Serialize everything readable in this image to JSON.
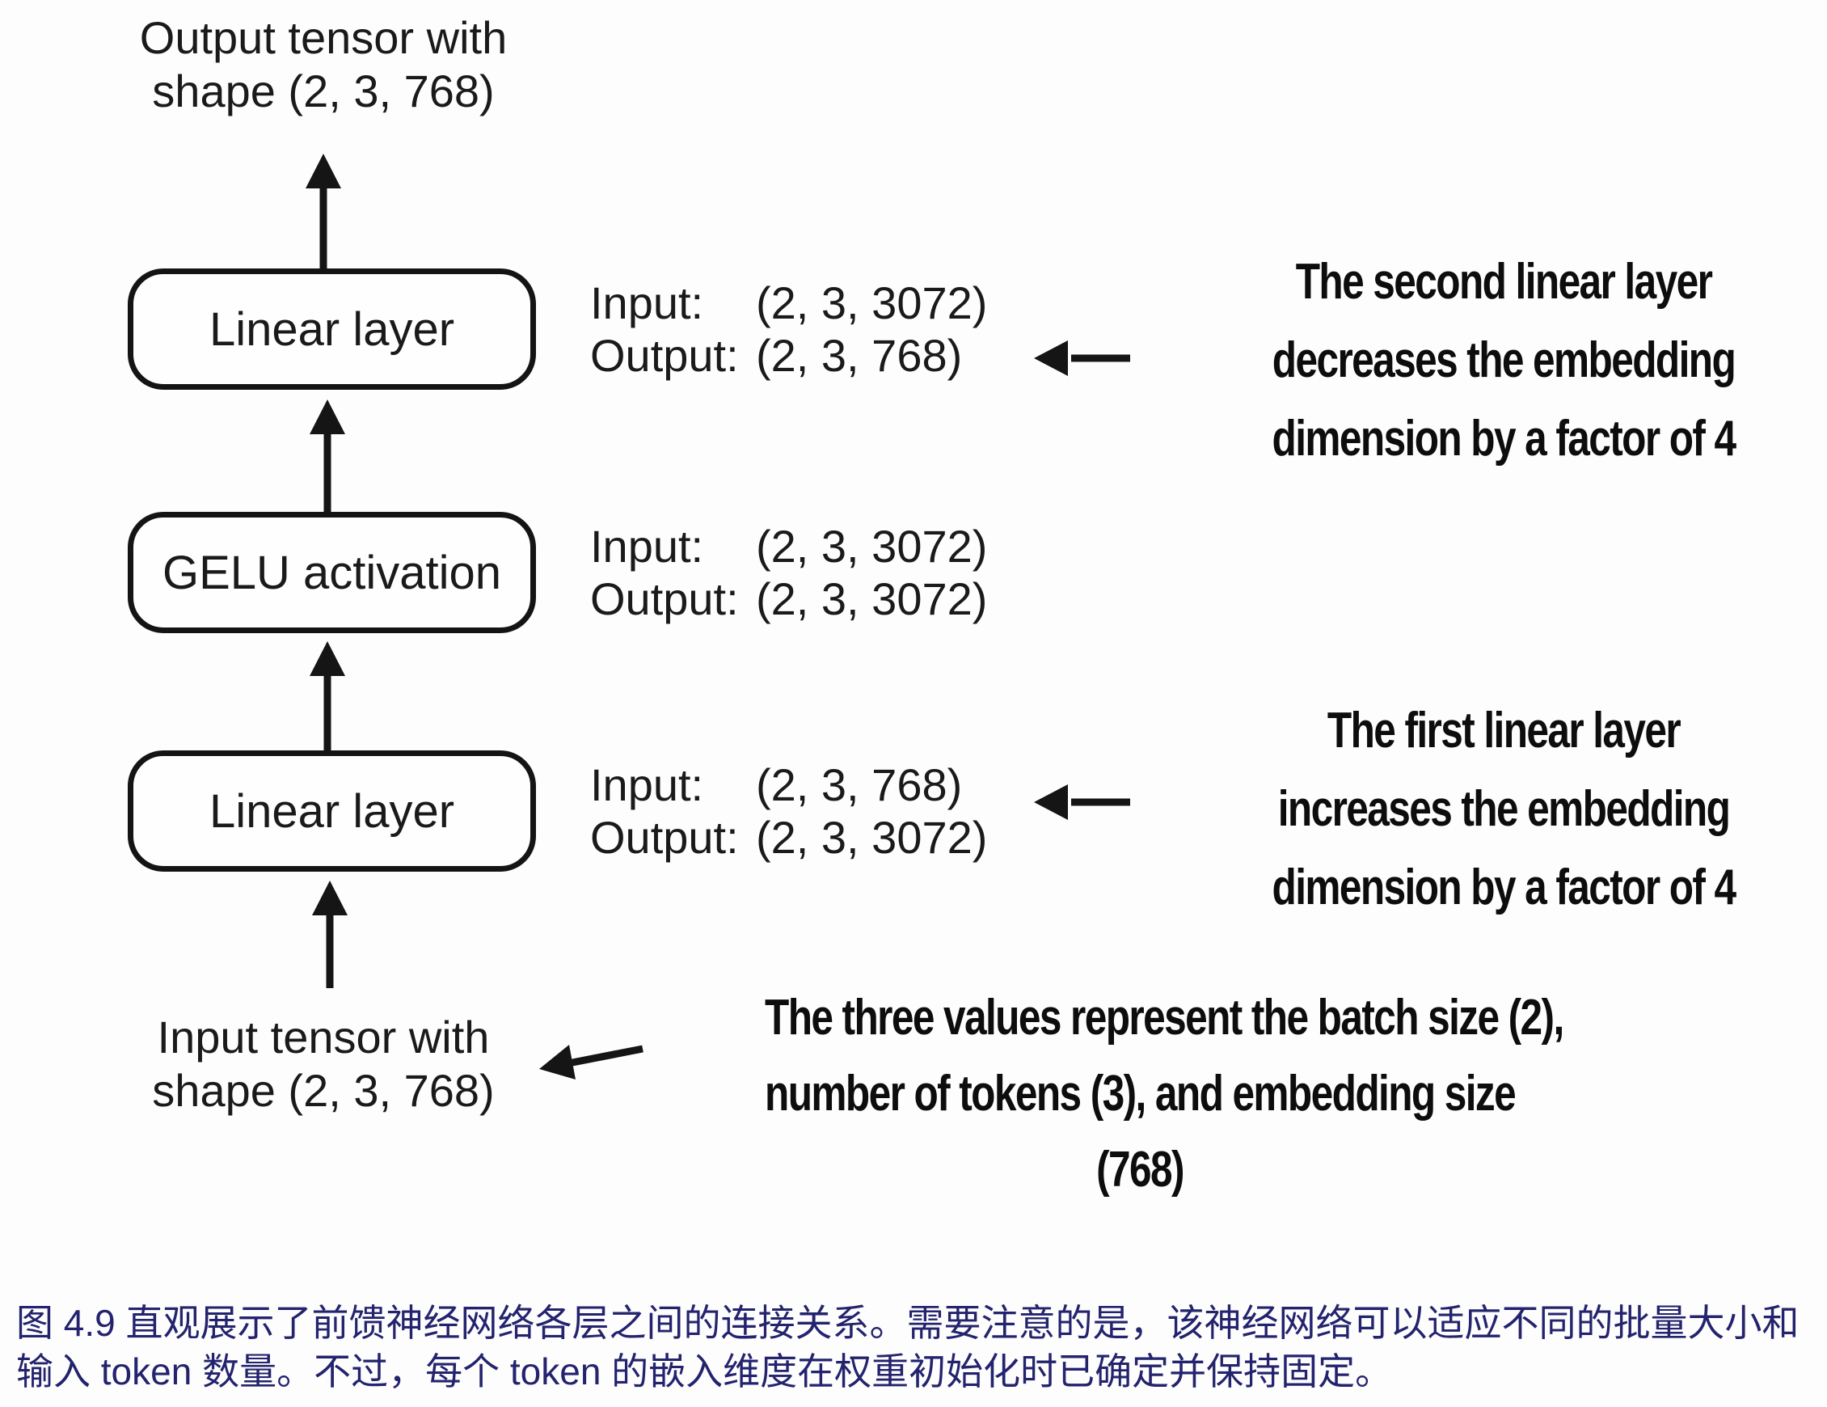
{
  "figure": {
    "output_tensor": {
      "line1": "Output tensor with",
      "line2": "shape (2, 3, 768)"
    },
    "input_tensor": {
      "line1": "Input tensor with",
      "line2": "shape (2, 3, 768)"
    },
    "nodes": [
      {
        "label": "Linear layer",
        "io": {
          "input_label": "Input:",
          "input_value": "(2, 3, 3072)",
          "output_label": "Output:",
          "output_value": "(2, 3, 768)"
        }
      },
      {
        "label": "GELU activation",
        "io": {
          "input_label": "Input:",
          "input_value": "(2, 3, 3072)",
          "output_label": "Output:",
          "output_value": "(2, 3, 3072)"
        }
      },
      {
        "label": "Linear layer",
        "io": {
          "input_label": "Input:",
          "input_value": "(2, 3, 768)",
          "output_label": "Output:",
          "output_value": "(2, 3, 3072)"
        }
      }
    ],
    "annotations": {
      "second_linear": {
        "line1": "The second linear layer",
        "line2": "decreases the embedding",
        "line3": "dimension by a factor of 4"
      },
      "first_linear": {
        "line1": "The first linear layer",
        "line2": "increases the embedding",
        "line3": "dimension by a factor of 4"
      },
      "tensor_meaning": {
        "line1": "The three values represent the batch size (2),",
        "line2": "number of tokens (3), and embedding size",
        "line3": "(768)"
      }
    }
  },
  "caption": {
    "line1": "图 4.9 直观展示了前馈神经网络各层之间的连接关系。需要注意的是，该神经网络可以适应不同的批量大小和",
    "line2": "输入 token 数量。不过，每个 token 的嵌入维度在权重初始化时已确定并保持固定。"
  },
  "colors": {
    "ink": "#141414",
    "caption_text": "#23236e",
    "background": "#fdfdfd",
    "box_fill": "#fefefe"
  }
}
